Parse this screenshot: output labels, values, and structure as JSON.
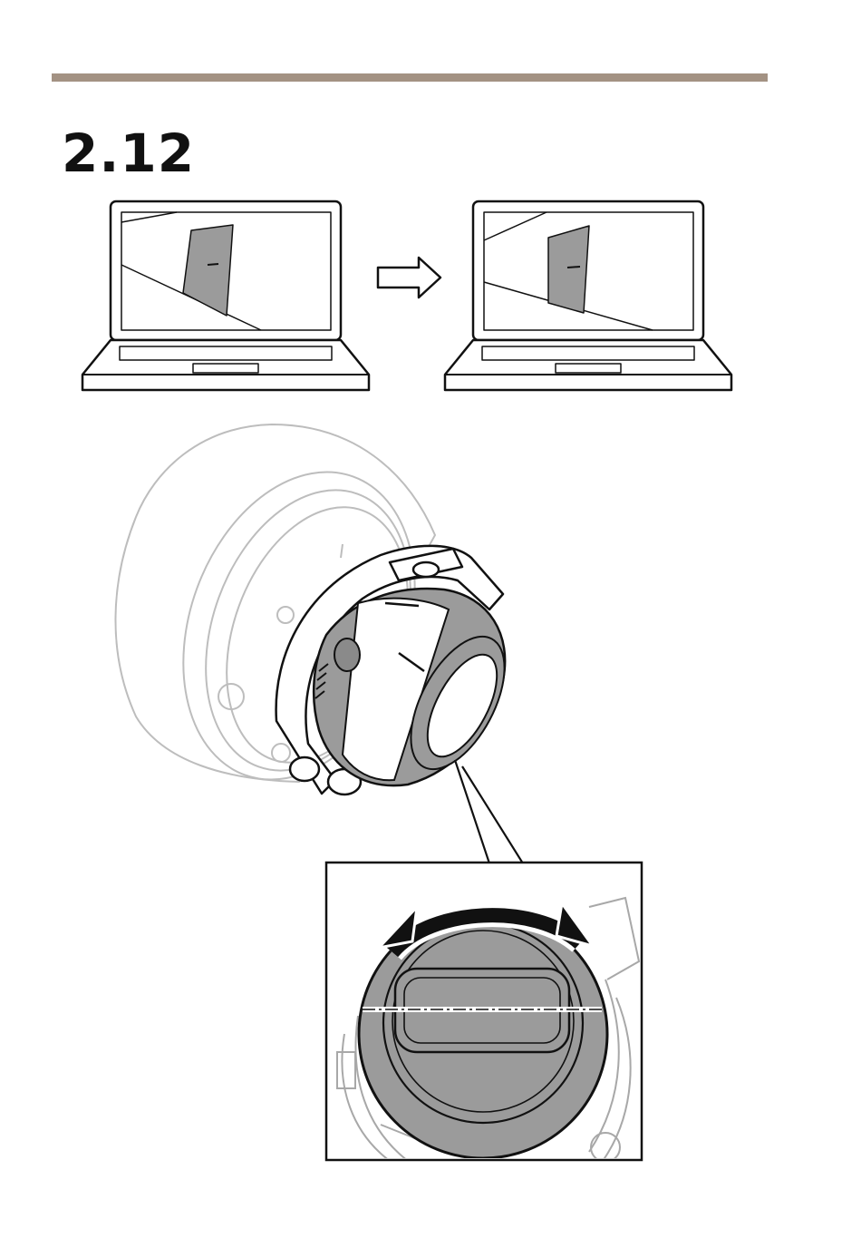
{
  "header": {
    "rule_color": "#a39283"
  },
  "step": {
    "number": "2.12"
  },
  "illustration": {
    "panels": [
      "laptop-before",
      "arrow-right-icon",
      "laptop-after",
      "camera-dome-mount",
      "lens-detail-callout"
    ],
    "colors": {
      "shade": "#9b9b9b",
      "line": "#111111",
      "ghost": "#bdbdbd"
    }
  }
}
